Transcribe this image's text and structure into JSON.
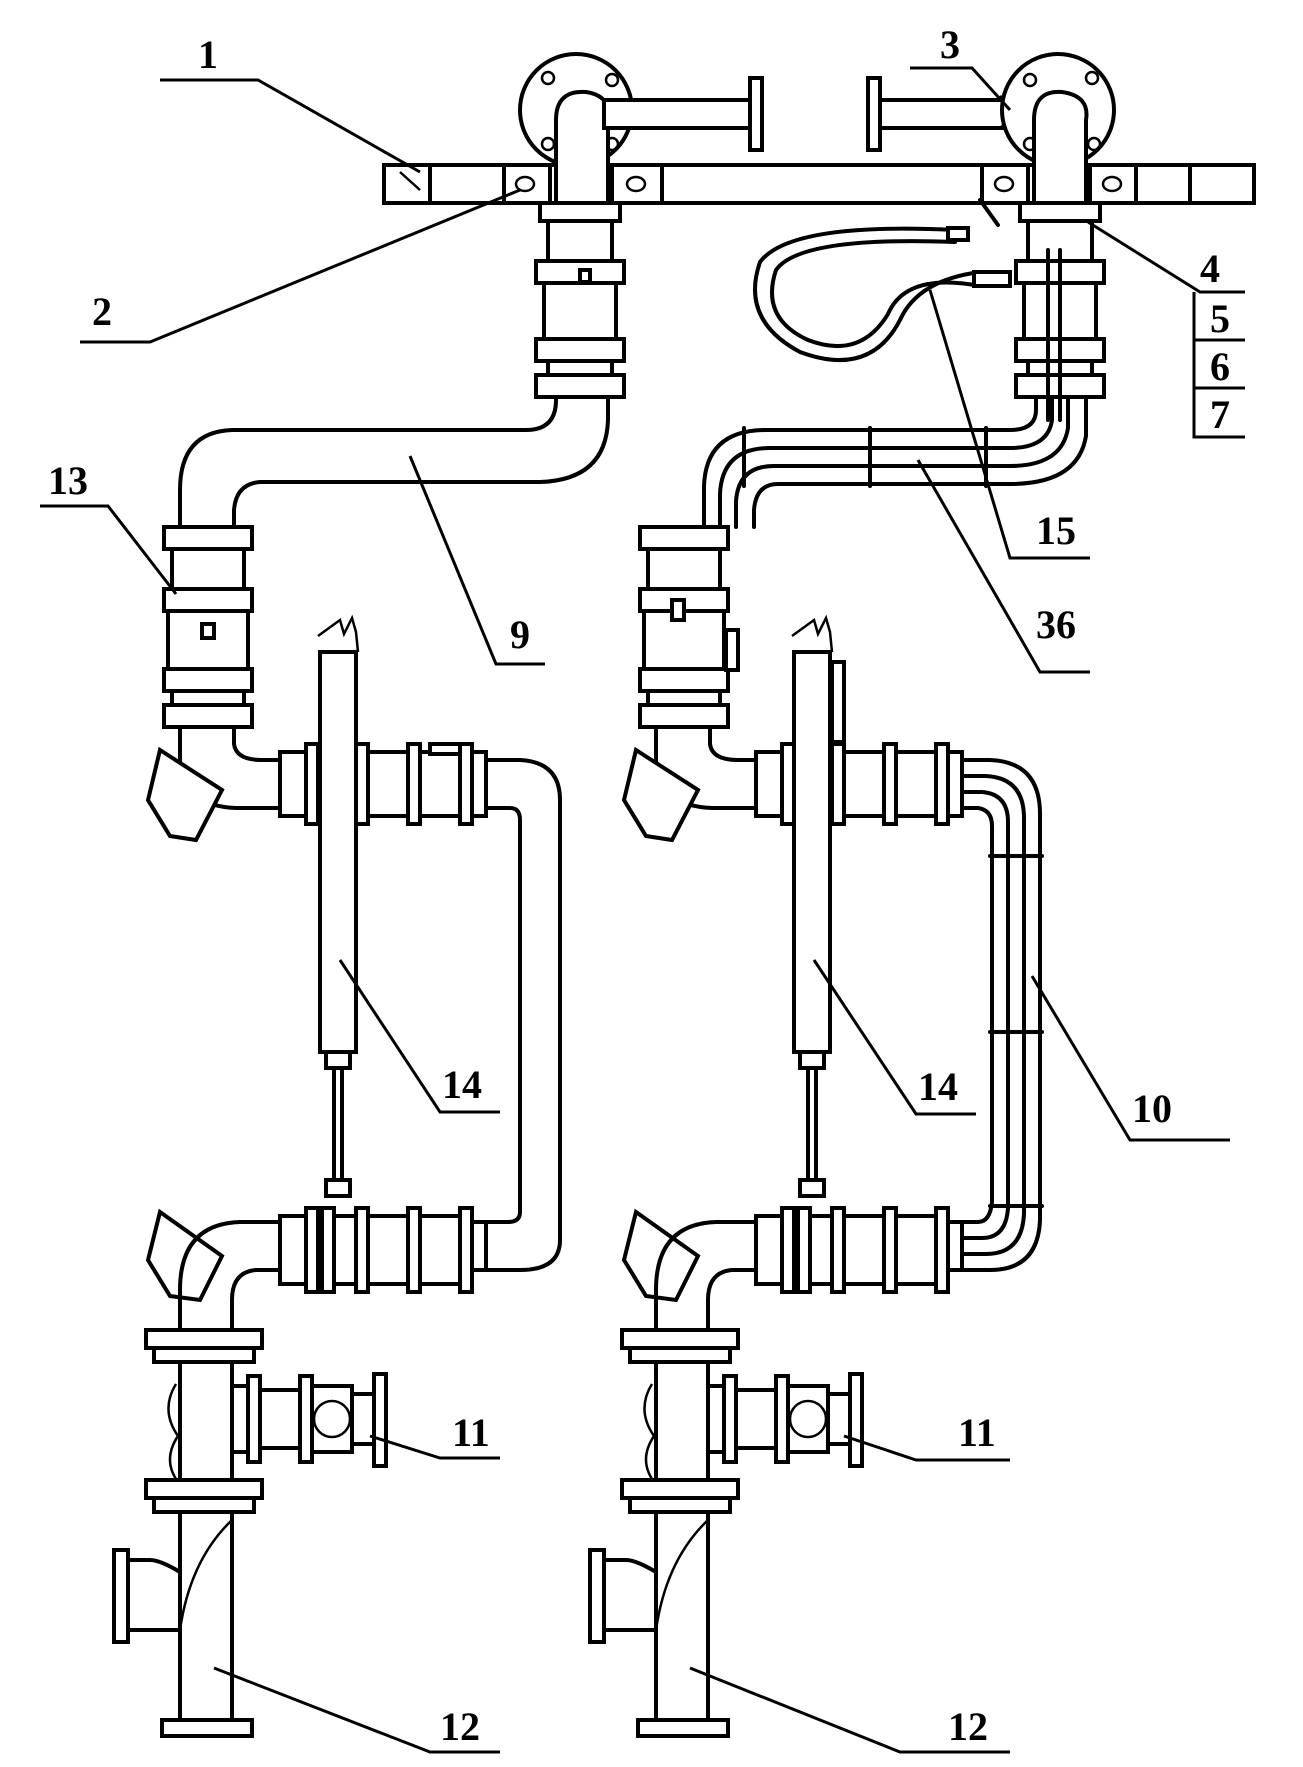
{
  "labels": {
    "l1": "1",
    "l2": "2",
    "l3": "3",
    "l4": "4",
    "l5": "5",
    "l6": "6",
    "l7": "7",
    "l9": "9",
    "l10": "10",
    "l11a": "11",
    "l11b": "11",
    "l12a": "12",
    "l12b": "12",
    "l13": "13",
    "l14a": "14",
    "l14b": "14",
    "l15": "15",
    "l36": "36"
  }
}
